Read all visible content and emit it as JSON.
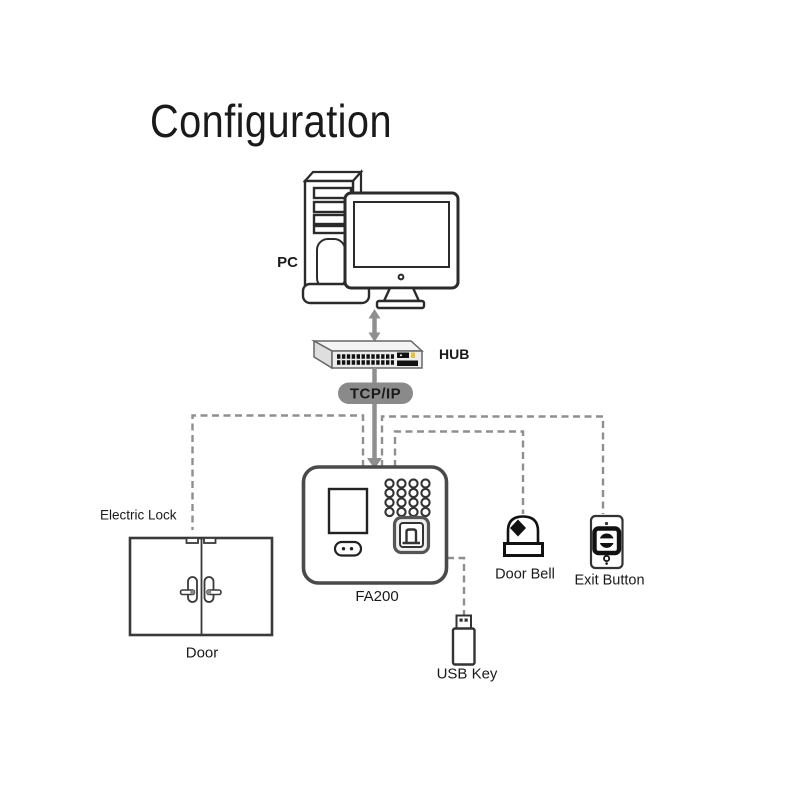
{
  "title": {
    "text": "Configuration",
    "color": "#8cc554"
  },
  "nodes": {
    "pc": {
      "label": "PC"
    },
    "hub": {
      "label": "HUB"
    },
    "protocol": {
      "label": "TCP/IP",
      "badge_bg": "#8a8a8a",
      "badge_text_color": "#ffffff"
    },
    "device": {
      "label": "FA200"
    },
    "electric_lock": {
      "label": "Electric Lock"
    },
    "door": {
      "label": "Door"
    },
    "door_bell": {
      "label": "Door Bell"
    },
    "exit_button": {
      "label": "Exit Button"
    },
    "usb_key": {
      "label": "USB Key"
    }
  },
  "connections": [
    {
      "from": "PC",
      "to": "HUB",
      "style": "solid-double-arrow"
    },
    {
      "from": "HUB",
      "to": "FA200",
      "style": "solid-arrow",
      "via": "TCP/IP"
    },
    {
      "from": "FA200",
      "to": "Electric Lock",
      "style": "dashed"
    },
    {
      "from": "FA200",
      "to": "Door Bell",
      "style": "dashed"
    },
    {
      "from": "FA200",
      "to": "Exit Button",
      "style": "dashed"
    },
    {
      "from": "FA200",
      "to": "USB Key",
      "style": "dashed"
    }
  ],
  "colors": {
    "background": "#ffffff",
    "outline_dark": "#2b2b2b",
    "connector_gray": "#8f8f8f",
    "hub_led_yellow": "#e6c23a"
  }
}
